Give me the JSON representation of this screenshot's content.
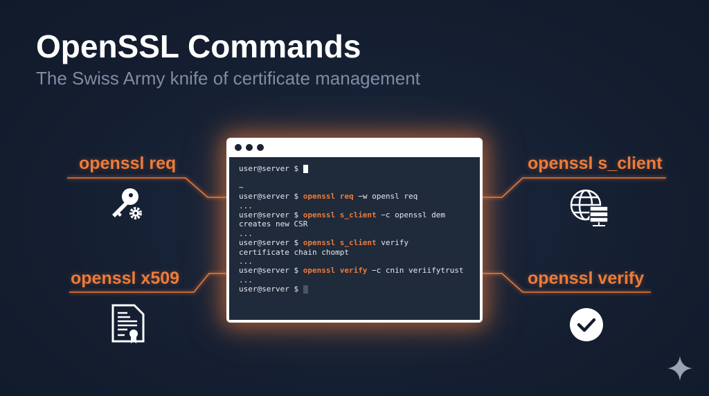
{
  "header": {
    "title": "OpenSSL Commands",
    "subtitle": "The Swiss Army knife of certificate management"
  },
  "commands": [
    {
      "label": "openssl req",
      "icon": "key-gear-icon"
    },
    {
      "label": "openssl x509",
      "icon": "certificate-document-icon"
    },
    {
      "label": "openssl s_client",
      "icon": "globe-server-icon"
    },
    {
      "label": "openssl verify",
      "icon": "check-circle-icon"
    }
  ],
  "terminal": {
    "prompt": "user@server $",
    "tilde": "~",
    "ellipsis": "...",
    "lines": [
      {
        "cmd": "openssl req",
        "args": " −w opensl req"
      },
      {
        "cmd": "openssl s_client",
        "args": " −c openssl dem"
      },
      {
        "output": "creates new CSR"
      },
      {
        "cmd": "openssl s_client",
        "args": " verify"
      },
      {
        "output": "certificate chain chompt"
      },
      {
        "cmd": "openssl verify",
        "args": " −c cnin veriifytrust"
      }
    ]
  },
  "colors": {
    "accent": "#ee7b3a",
    "background": "#141e30",
    "terminal": "#1f2a3b"
  }
}
